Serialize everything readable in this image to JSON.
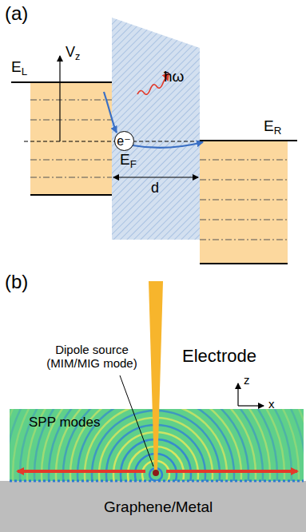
{
  "diagram": {
    "nodes": [
      {
        "text": [
          "e⁻"
        ]
      },
      {
        "text": [
          "Graphene/Metal"
        ]
      }
    ],
    "labels": [
      "(a)",
      "EL",
      "Vz",
      "ħω",
      "EF",
      "ER",
      "d",
      "(b)",
      "Dipole source (MIM/MIG mode)",
      "Electrode",
      "z",
      "x",
      "SPP modes"
    ]
  }
}
